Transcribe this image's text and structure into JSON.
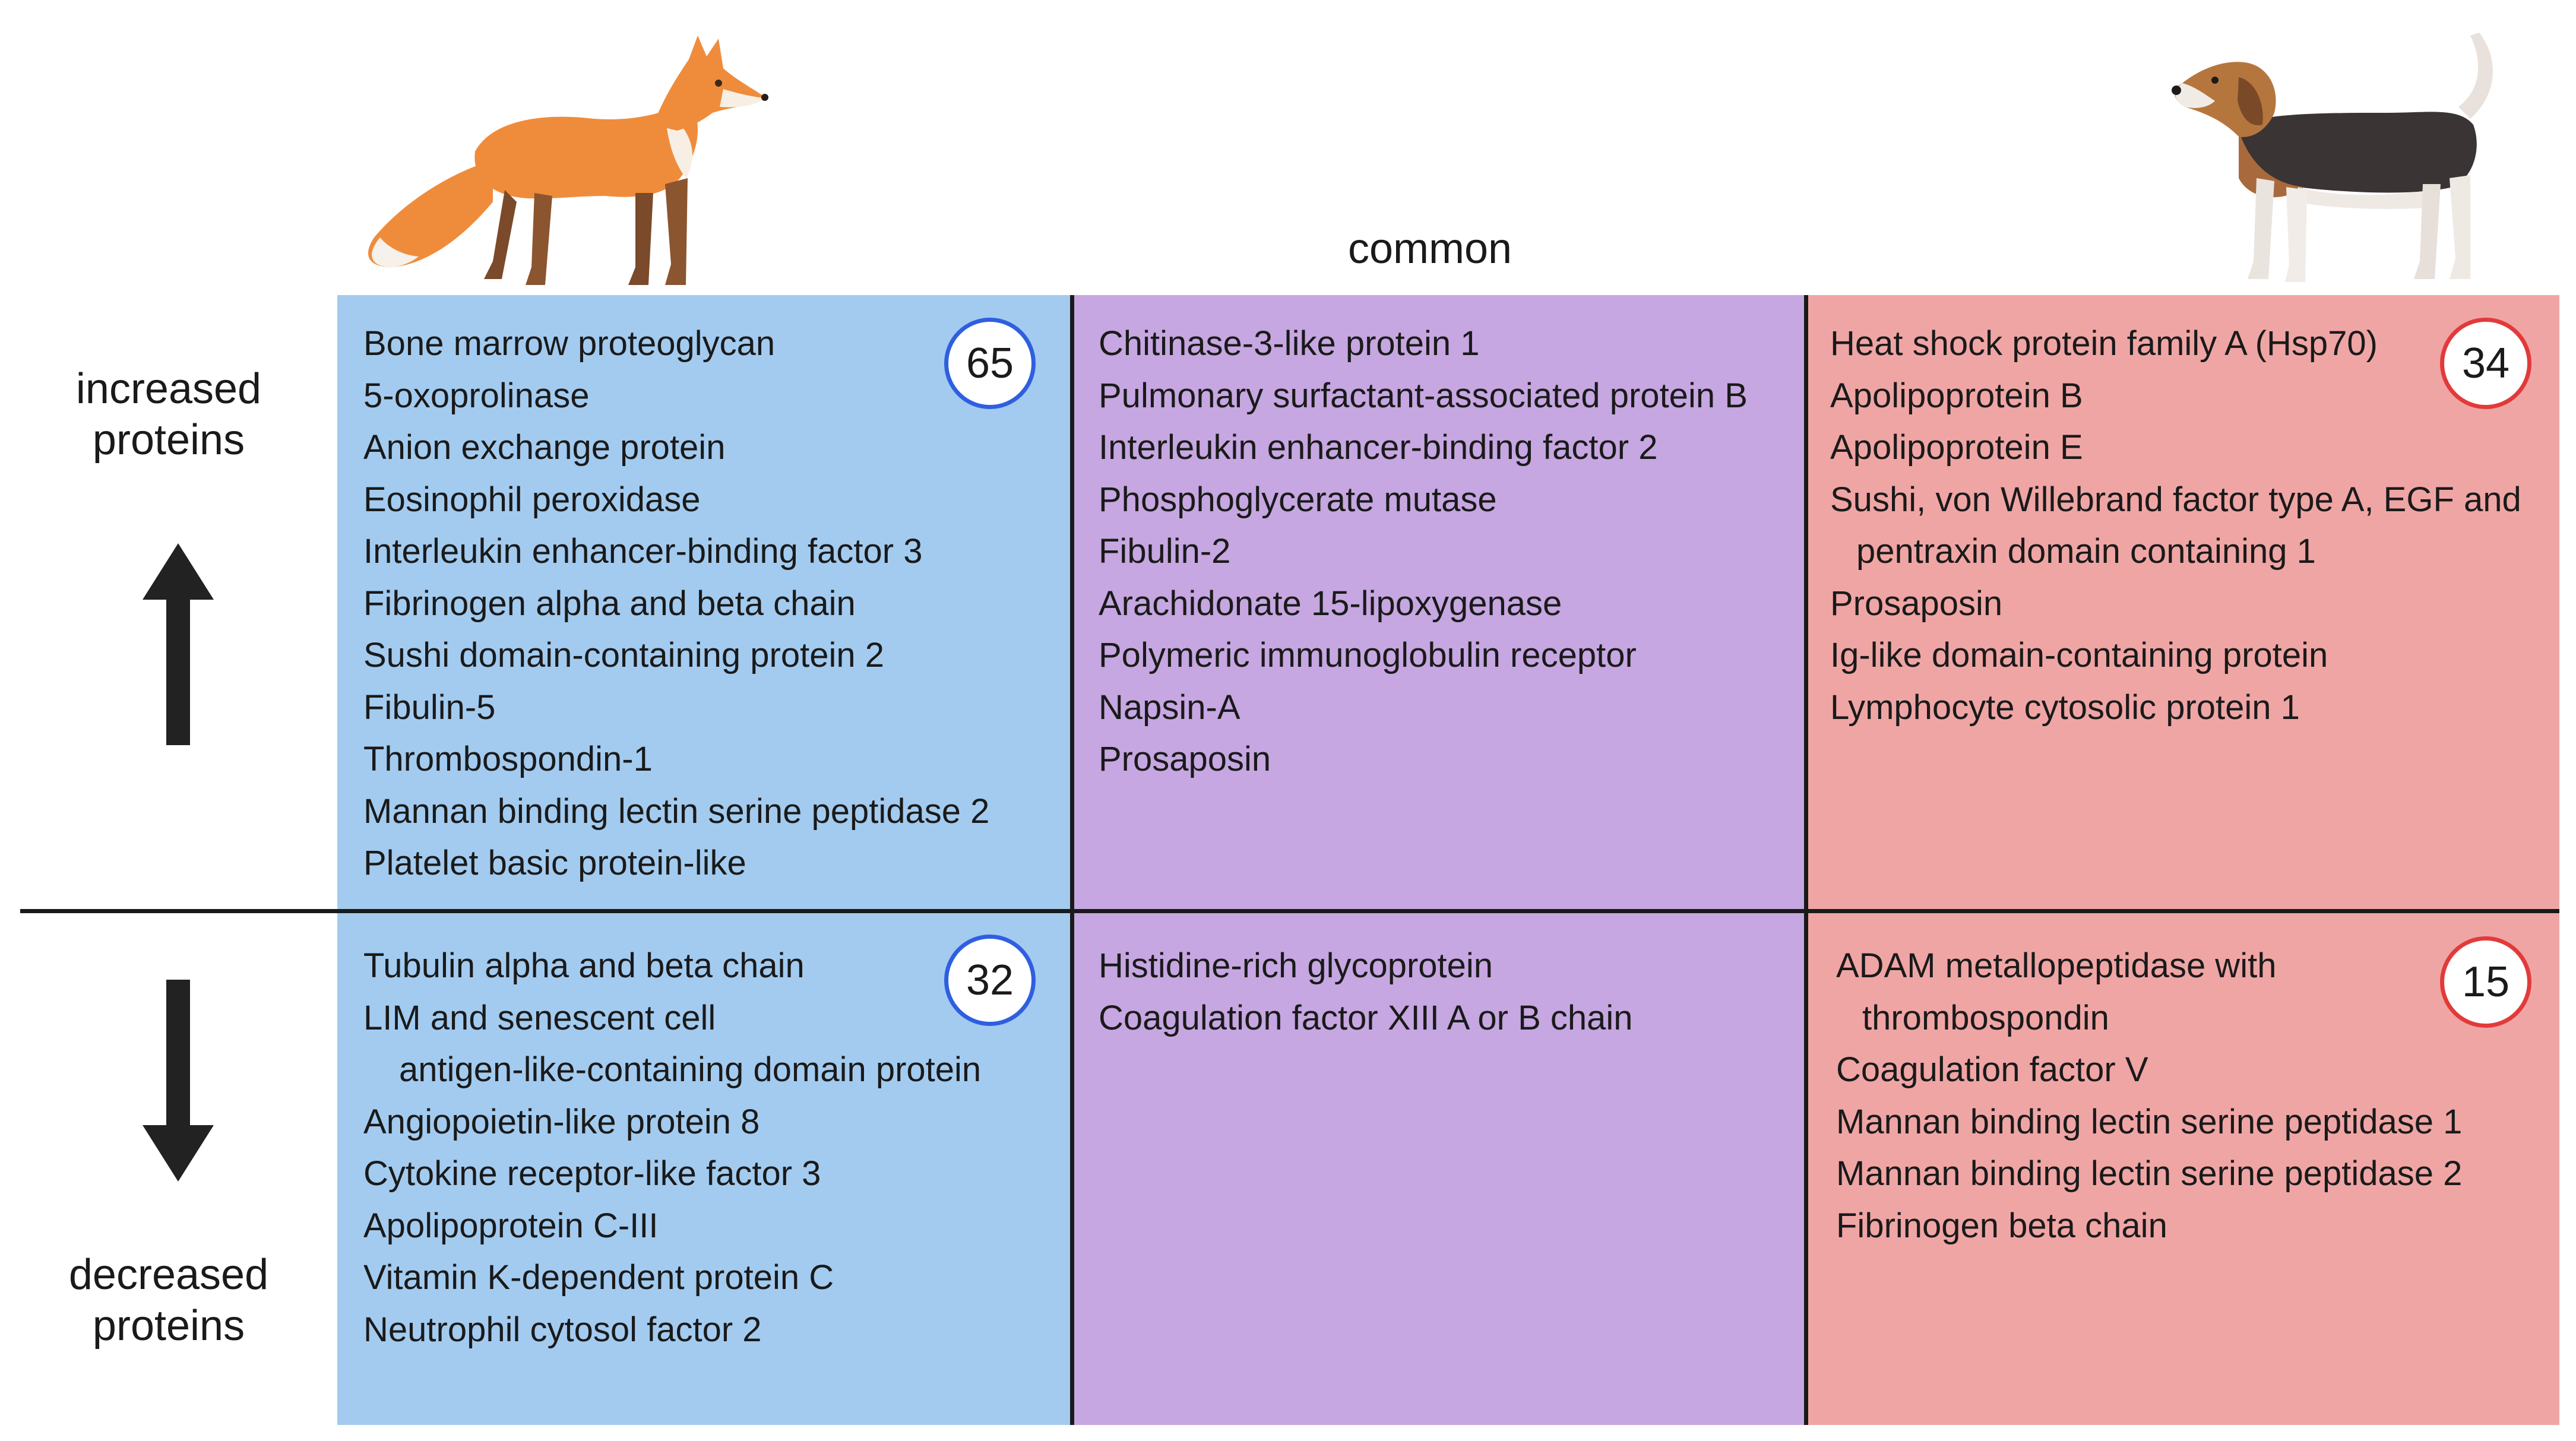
{
  "header": {
    "common_label": "common"
  },
  "side_labels": {
    "increased": [
      "increased",
      "proteins"
    ],
    "decreased": [
      "decreased",
      "proteins"
    ]
  },
  "panels": {
    "fox_increased": {
      "count": "65",
      "items": [
        "Bone marrow proteoglycan",
        "5-oxoprolinase",
        "Anion exchange protein",
        "Eosinophil peroxidase",
        "Interleukin enhancer-binding factor 3",
        "Fibrinogen alpha and beta chain",
        "Sushi domain-containing protein 2",
        "Fibulin-5",
        "Thrombospondin-1",
        "Mannan binding lectin serine peptidase 2",
        "Platelet basic protein-like"
      ]
    },
    "common_increased": {
      "items": [
        "Chitinase-3-like protein 1",
        "Pulmonary surfactant-associated protein B",
        "Interleukin enhancer-binding factor 2",
        "Phosphoglycerate mutase",
        "Fibulin-2",
        "Arachidonate 15-lipoxygenase",
        "Polymeric immunoglobulin receptor",
        "Napsin-A",
        "Prosaposin"
      ]
    },
    "dog_increased": {
      "count": "34",
      "items": [
        "Heat shock protein family A (Hsp70)",
        "Apolipoprotein B",
        "Apolipoprotein E",
        "Sushi, von Willebrand factor type A, EGF and",
        "pentraxin domain containing 1",
        "Prosaposin",
        "Ig-like domain-containing protein",
        "Lymphocyte cytosolic protein 1"
      ]
    },
    "fox_decreased": {
      "count": "32",
      "items": [
        "Tubulin alpha and beta chain",
        "LIM and senescent cell",
        "antigen-like-containing domain protein",
        "Angiopoietin-like protein 8",
        "Cytokine receptor-like factor 3",
        "Apolipoprotein C-III",
        "Vitamin K-dependent protein C",
        "Neutrophil cytosol factor 2"
      ]
    },
    "common_decreased": {
      "items": [
        "Histidine-rich glycoprotein",
        "Coagulation factor XIII A or B chain"
      ]
    },
    "dog_decreased": {
      "count": "15",
      "items": [
        "ADAM metallopeptidase with",
        "thrombospondin",
        "Coagulation factor V",
        "Mannan binding lectin serine peptidase 1",
        "Mannan binding lectin serine peptidase 2",
        "Fibrinogen beta chain"
      ]
    }
  },
  "colors": {
    "fox_panel": "#a3cbf0",
    "common_panel": "#c6a7e1",
    "dog_panel": "#f0a5a5",
    "fox_badge_ring": "#2f5fe0",
    "dog_badge_ring": "#e23a3a"
  },
  "icons": [
    "fox-icon",
    "dog-icon",
    "up-arrow-icon",
    "down-arrow-icon"
  ]
}
